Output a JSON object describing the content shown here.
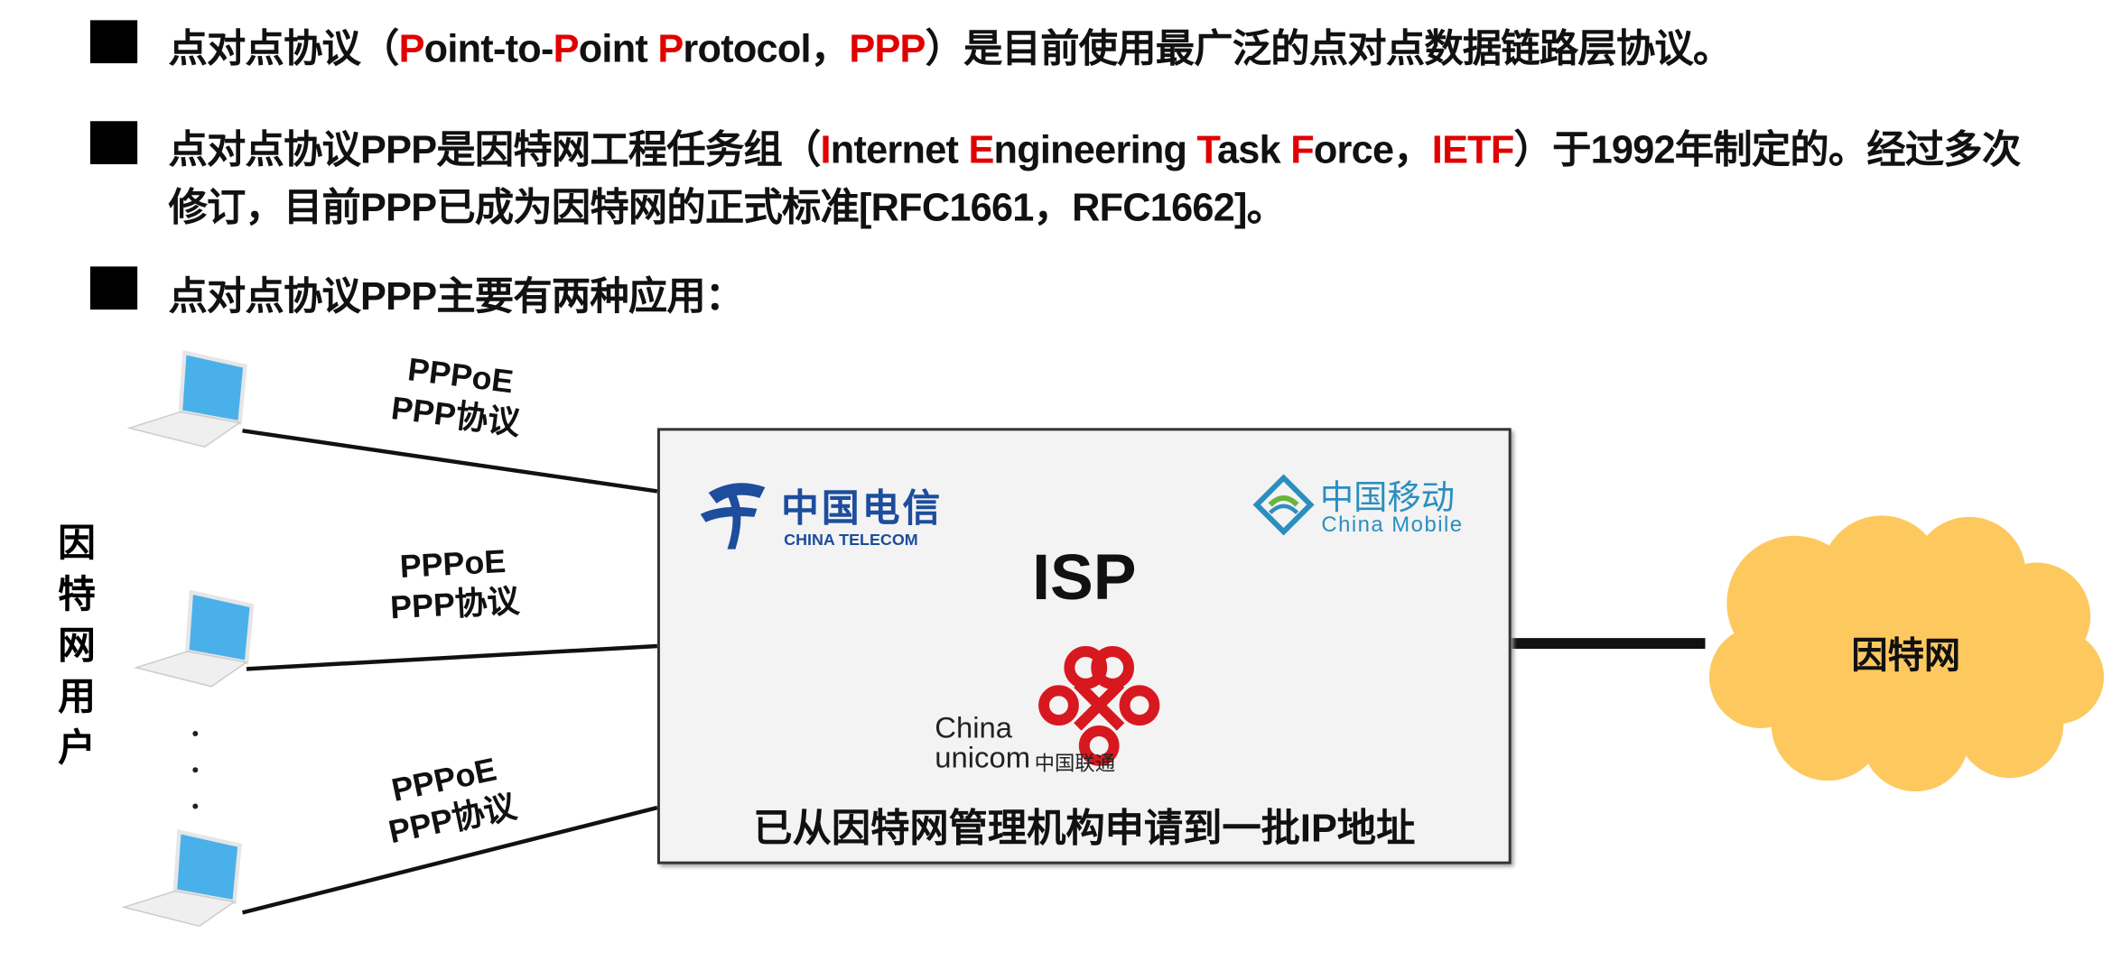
{
  "bullets": [
    {
      "lines": [
        [
          {
            "t": "点对点协议（"
          },
          {
            "t": "P",
            "red": true
          },
          {
            "t": "oint-to-"
          },
          {
            "t": "P",
            "red": true
          },
          {
            "t": "oint "
          },
          {
            "t": "P",
            "red": true
          },
          {
            "t": "rotocol，"
          },
          {
            "t": "PPP",
            "red": true
          },
          {
            "t": "）是目前使用最广泛的点对点数据链路层协议。"
          }
        ]
      ]
    },
    {
      "lines": [
        [
          {
            "t": "点对点协议PPP是因特网工程任务组（"
          },
          {
            "t": "I",
            "red": true
          },
          {
            "t": "nternet "
          },
          {
            "t": "E",
            "red": true
          },
          {
            "t": "ngineering "
          },
          {
            "t": "T",
            "red": true
          },
          {
            "t": "ask "
          },
          {
            "t": "F",
            "red": true
          },
          {
            "t": "orce，"
          },
          {
            "t": "IETF",
            "red": true
          },
          {
            "t": "）于1992年制定的。经过多次"
          }
        ],
        [
          {
            "t": "修订，目前PPP已成为因特网的正式标准[RFC1661，RFC1662]。"
          }
        ]
      ]
    },
    {
      "lines": [
        [
          {
            "t": "点对点协议PPP主要有两种应用："
          }
        ]
      ]
    }
  ],
  "diagram": {
    "users_label": [
      "因",
      "特",
      "网",
      "用",
      "户"
    ],
    "links": [
      {
        "line1": "PPPoE",
        "line2": "PPP协议"
      },
      {
        "line1": "PPPoE",
        "line2": "PPP协议"
      },
      {
        "line1": "PPPoE",
        "line2": "PPP协议"
      }
    ],
    "isp": {
      "title": "ISP",
      "caption": "已从因特网管理机构申请到一批IP地址",
      "telecom": {
        "cn": "中国电信",
        "en": "CHINA TELECOM"
      },
      "mobile": {
        "cn": "中国移动",
        "en": "China Mobile"
      },
      "unicom": {
        "en1": "China",
        "en2": "unicom",
        "cn": "中国联通"
      }
    },
    "internet_label": "因特网",
    "colors": {
      "red": "#e00000",
      "cloud": "#fdc95f",
      "telecom": "#1d4d9c",
      "mobile": "#2a8fc0",
      "unicom": "#d7191f"
    }
  }
}
